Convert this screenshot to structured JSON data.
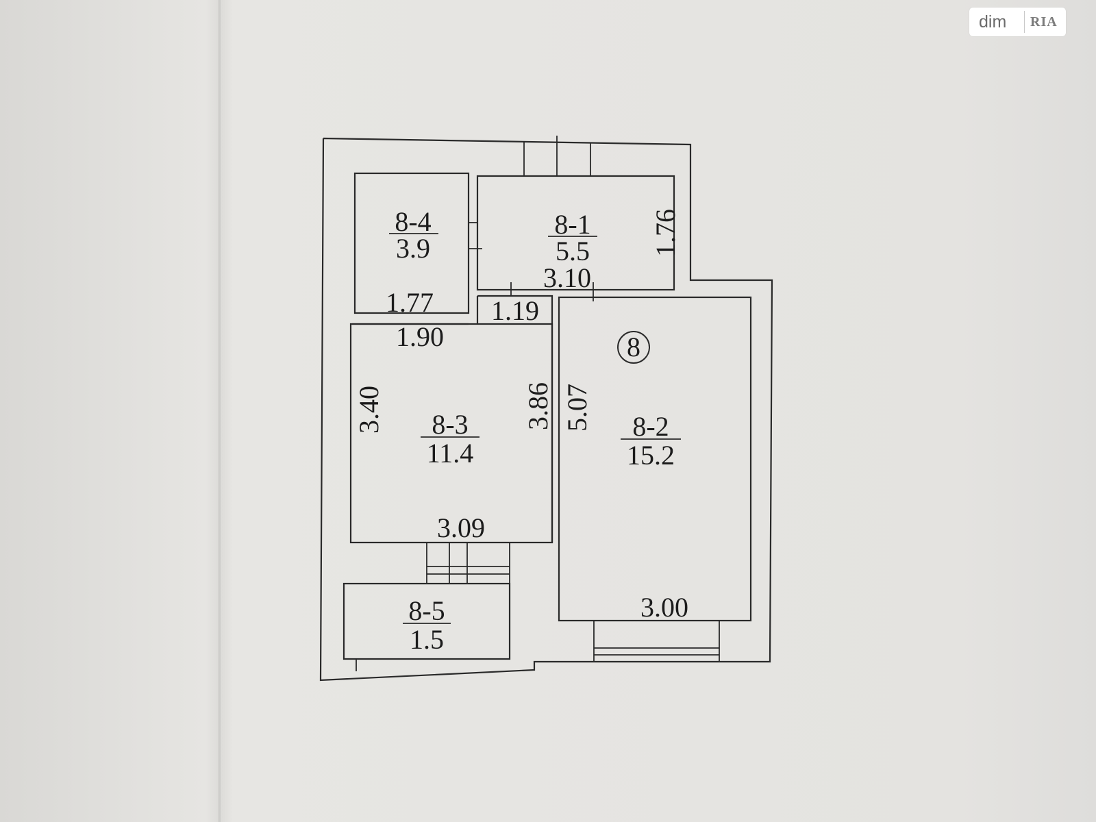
{
  "watermark": {
    "left": "dim",
    "right": "RIA"
  },
  "plan": {
    "apartment_marker": "8",
    "rooms": [
      {
        "id": "8-4",
        "area": "3.9"
      },
      {
        "id": "8-1",
        "area": "5.5"
      },
      {
        "id": "8-3",
        "area": "11.4"
      },
      {
        "id": "8-2",
        "area": "15.2"
      },
      {
        "id": "8-5",
        "area": "1.5"
      }
    ],
    "dimensions": {
      "room_8_4_width": "1.77",
      "room_8_1_height": "1.76",
      "room_8_1_width": "3.10",
      "corridor_width": "1.19",
      "room_8_3_top": "1.90",
      "room_8_3_left": "3.40",
      "room_8_3_right": "3.86",
      "room_8_3_bottom": "3.09",
      "room_8_2_left": "5.07",
      "room_8_2_bottom": "3.00"
    }
  }
}
